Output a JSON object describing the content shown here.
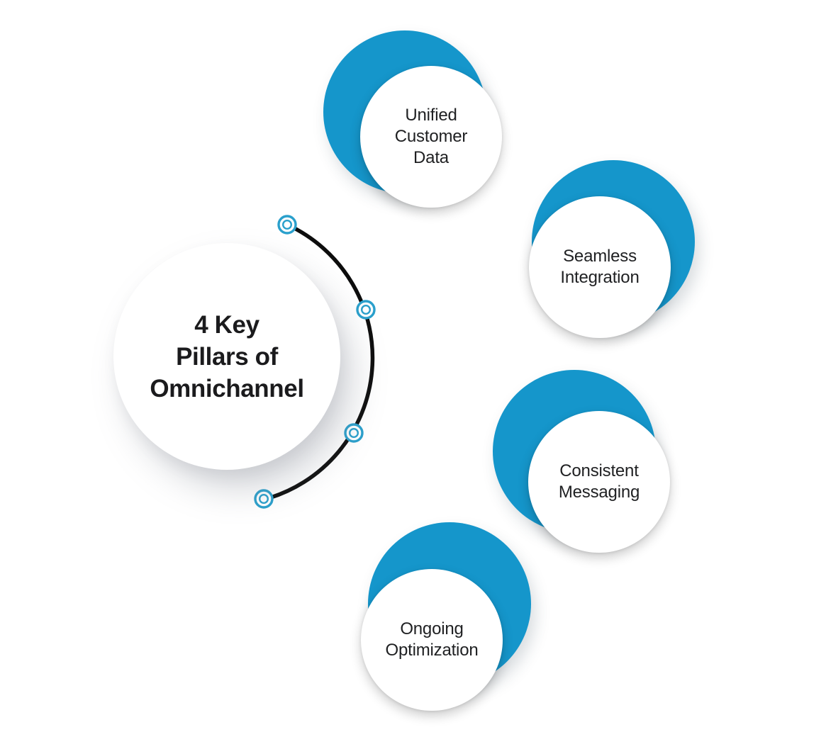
{
  "diagram": {
    "title": "4 Key Pillars of Omnichannel",
    "center": {
      "label": "4 Key\nPillars of\nOmnichannel"
    },
    "pillars": [
      {
        "id": "unified-customer-data",
        "label": "Unified\nCustomer\nData"
      },
      {
        "id": "seamless-integration",
        "label": "Seamless\nIntegration"
      },
      {
        "id": "consistent-messaging",
        "label": "Consistent\nMessaging"
      },
      {
        "id": "ongoing-optimization",
        "label": "Ongoing\nOptimization"
      }
    ],
    "colors": {
      "pillar_blue": "#1596CB",
      "node_ring_blue": "#2AA0CC",
      "arc_stroke": "#0D0D0D",
      "center_text": "#1B1B1D",
      "pillar_text": "#1F2022",
      "background": "#FFFFFF"
    }
  }
}
